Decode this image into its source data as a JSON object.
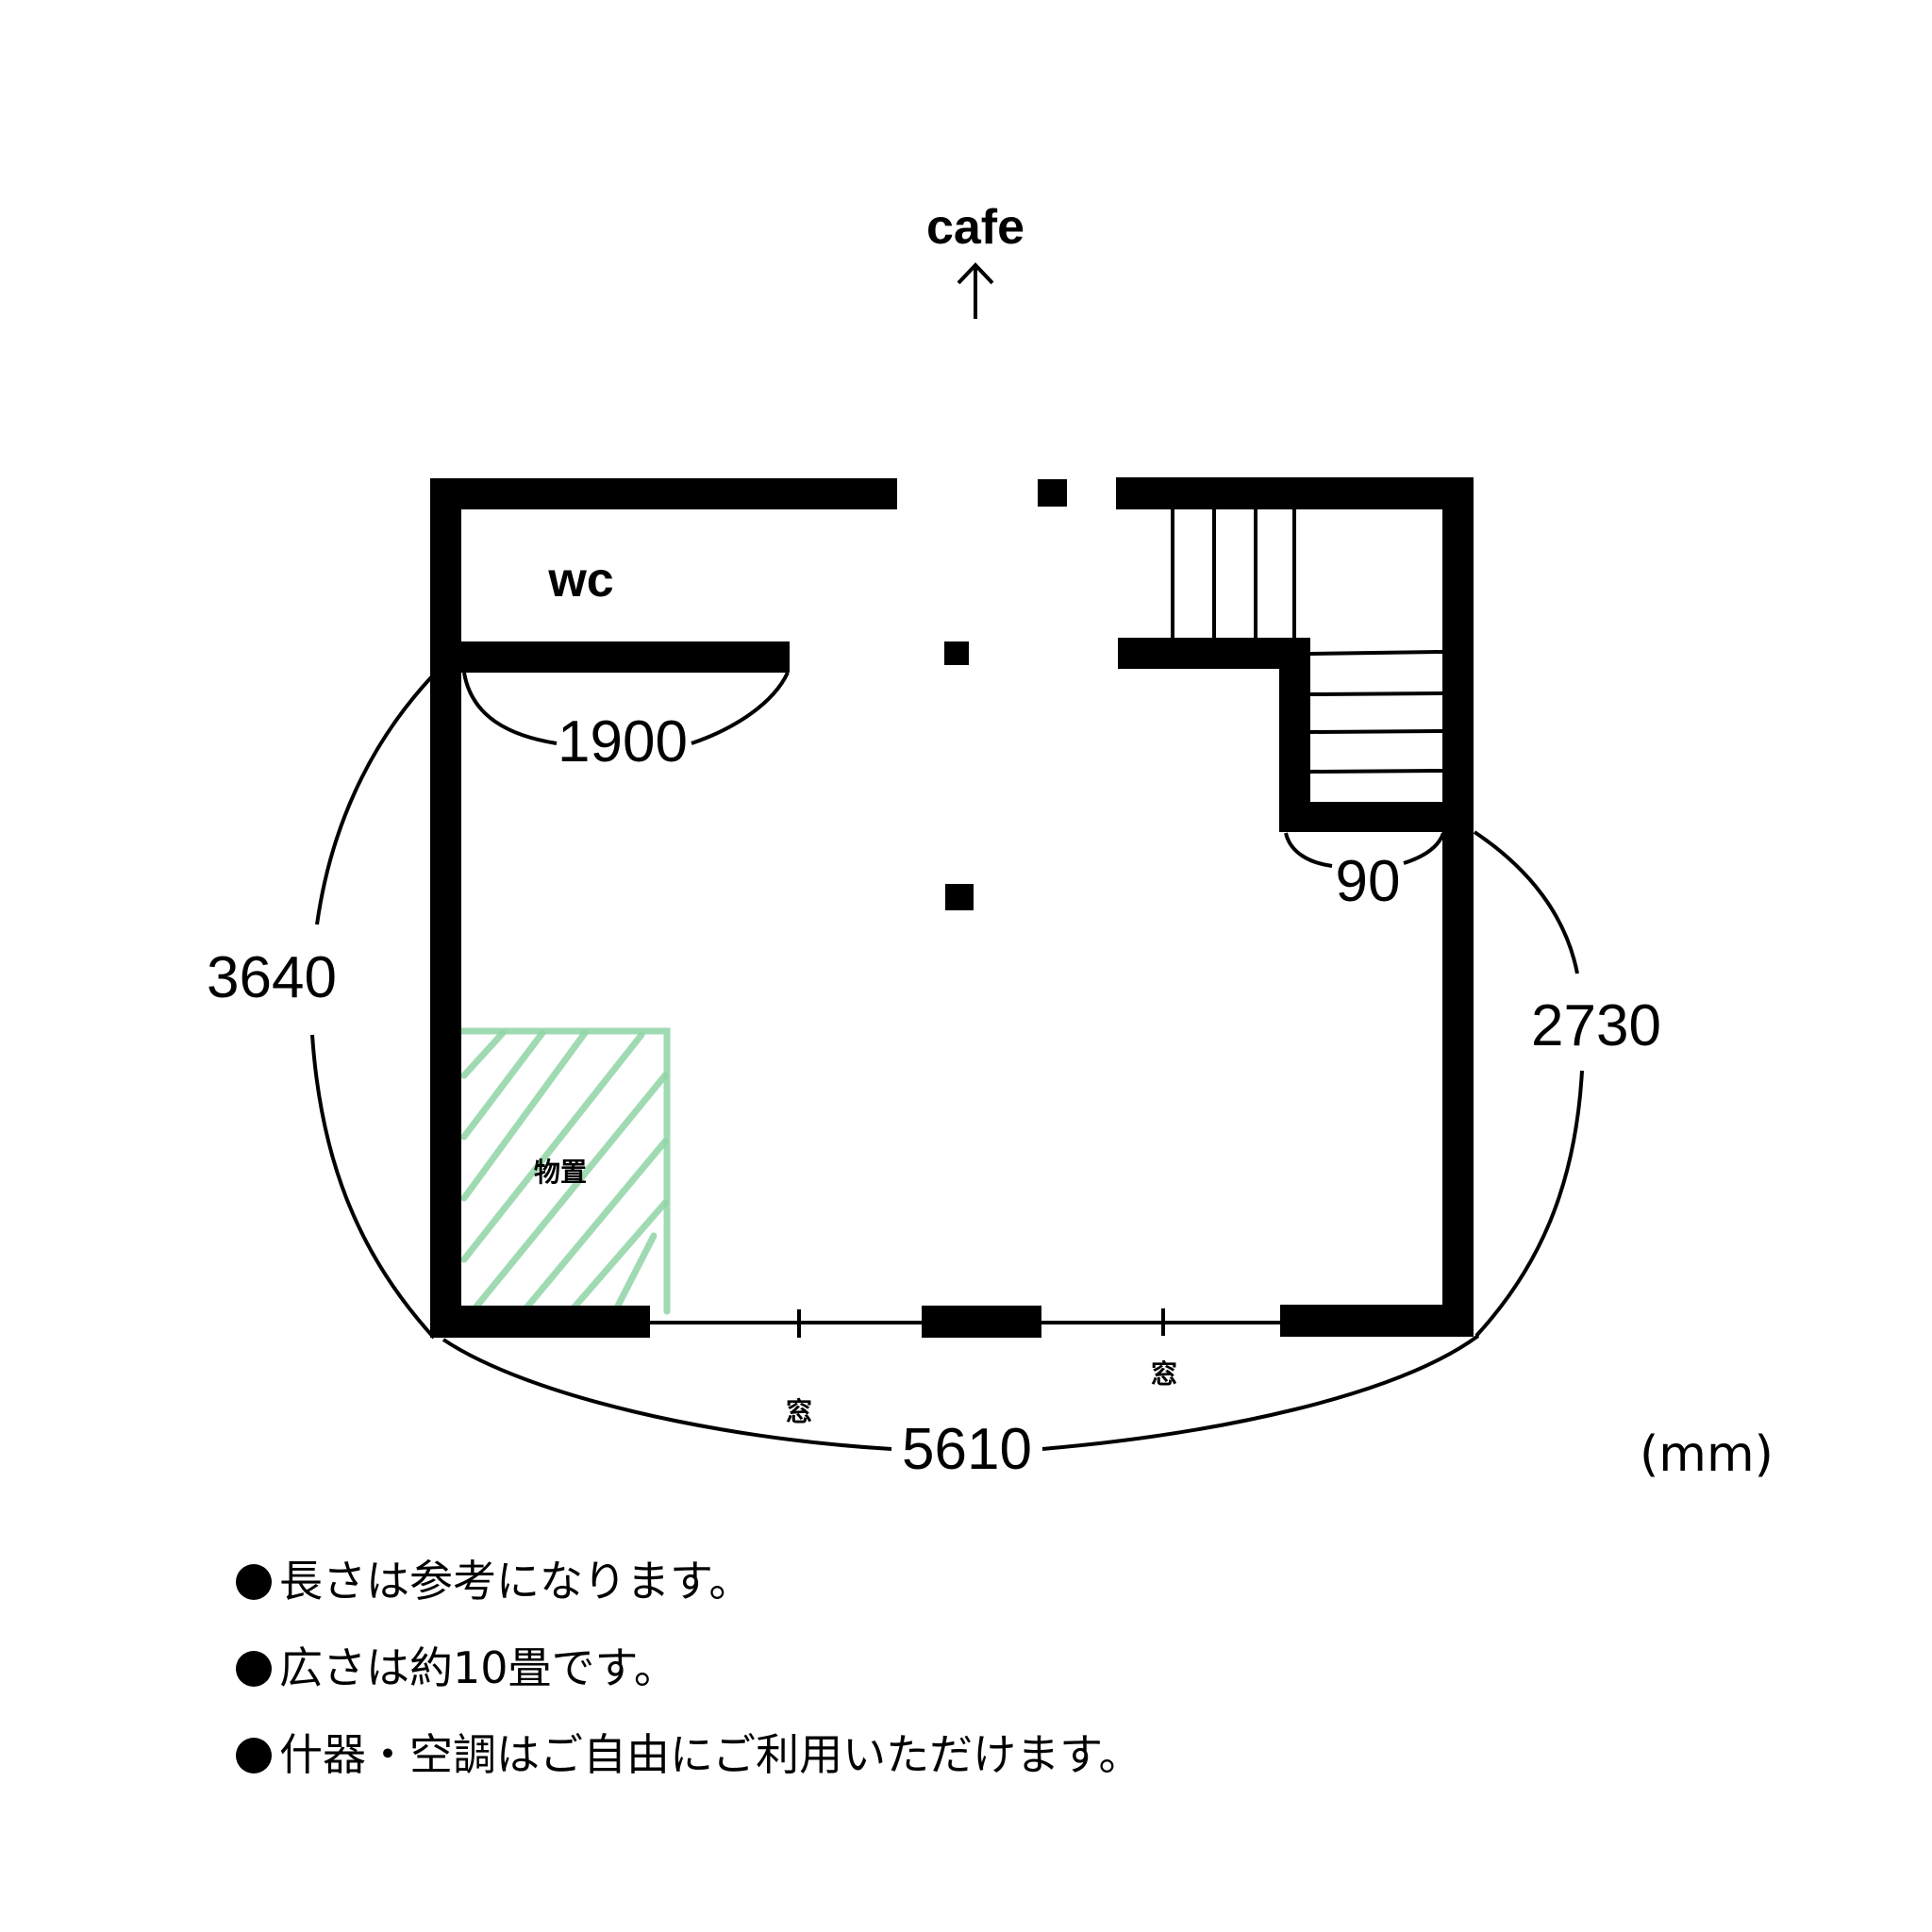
{
  "header": {
    "direction_label": "cafe",
    "arrow_icon": "up-arrow"
  },
  "rooms": {
    "wc_label": "wc",
    "storage_label": "物置",
    "window_label_1": "窓",
    "window_label_2": "窓"
  },
  "dimensions": {
    "wc_width": "1900",
    "stair_gap": "90",
    "left_height": "3640",
    "right_height": "2730",
    "total_width": "5610",
    "unit": "(mm)"
  },
  "notes": [
    "長さは参考になります。",
    "広さは約10畳です。",
    "什器・空調はご自由にご利用いただけます。"
  ],
  "colors": {
    "wall": "#000000",
    "storage_hatch": "#8fd3a6",
    "background": "#ffffff"
  }
}
